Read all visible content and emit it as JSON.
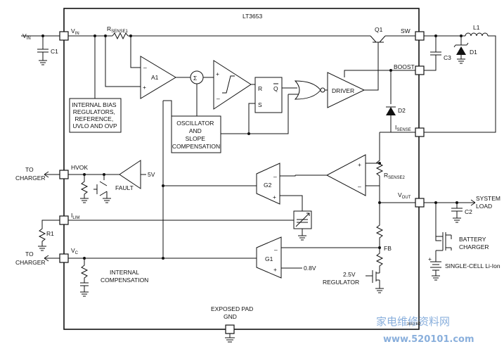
{
  "chip": {
    "name": "LT3653",
    "code": "3653 BD"
  },
  "pins": {
    "vin": "V",
    "vin_sub": "IN",
    "sw": "SW",
    "boost": "BOOST",
    "isense": "I",
    "isense_sub": "SENSE",
    "vout": "V",
    "vout_sub": "OUT",
    "hvok": "HVOK",
    "ilim": "I",
    "ilim_sub": "LIM",
    "vc": "V",
    "vc_sub": "C",
    "fb": "FB",
    "exposed_pad": "EXPOSED PAD",
    "gnd": "GND"
  },
  "external": {
    "vin": "V",
    "vin_sub": "IN",
    "c1": "C1",
    "c2": "C2",
    "c3": "C3",
    "r1": "R1",
    "l1": "L1",
    "d1": "D1",
    "to_charger_1a": "TO",
    "to_charger_1b": "CHARGER",
    "to_charger_2a": "TO",
    "to_charger_2b": "CHARGER",
    "system_load_a": "SYSTEM",
    "system_load_b": "LOAD",
    "battery_charger_a": "BATTERY",
    "battery_charger_b": "CHARGER",
    "single_cell": "SINGLE-CELL Li-Ion"
  },
  "internal": {
    "rsense1": "R",
    "rsense1_sub": "SENSE1",
    "rsense2": "R",
    "rsense2_sub": "SENSE2",
    "a1": "A1",
    "q1": "Q1",
    "d2": "D2",
    "driver": "DRIVER",
    "latch_r": "R",
    "latch_s": "S",
    "latch_q": "Q",
    "sigma": "Σ",
    "g1": "G1",
    "g2": "G2",
    "fault": "FAULT",
    "v5": "5V",
    "v08": "0.8V",
    "reg_a": "2.5V",
    "reg_b": "REGULATOR",
    "internal_comp_a": "INTERNAL",
    "internal_comp_b": "COMPENSATION",
    "bias_lines": [
      "INTERNAL BIAS",
      "REGULATORS,",
      "REFERENCE,",
      "UVLO AND OVP"
    ],
    "osc_lines": [
      "OSCILLATOR",
      "AND",
      "SLOPE",
      "COMPENSATION"
    ]
  },
  "watermark": {
    "cn": "家电维修资料网",
    "url": "www.520101.com"
  }
}
